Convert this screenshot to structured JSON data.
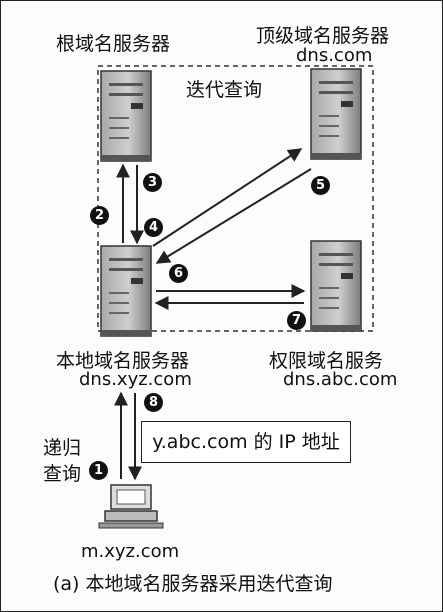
{
  "servers": {
    "root": {
      "name": "根域名服务器"
    },
    "tld": {
      "name": "顶级域名服务器",
      "host": "dns.com"
    },
    "local": {
      "name": "本地域名服务器",
      "host": "dns.xyz.com"
    },
    "auth": {
      "name": "权限域名服务",
      "host": "dns.abc.com"
    }
  },
  "client": {
    "host": "m.xyz.com"
  },
  "iterative_label": "迭代查询",
  "recursive_label": [
    "递归",
    "查询"
  ],
  "ip_box": "y.abc.com 的 IP 地址",
  "steps": [
    "1",
    "2",
    "3",
    "4",
    "5",
    "6",
    "7",
    "8"
  ],
  "caption": "(a) 本地域名服务器采用迭代查询"
}
